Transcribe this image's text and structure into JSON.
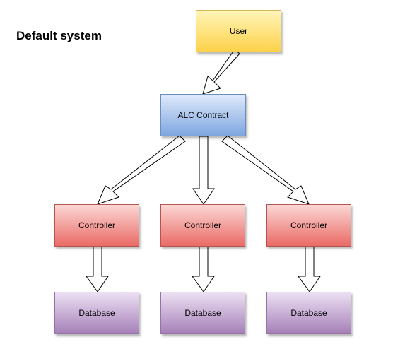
{
  "title": "Default system",
  "nodes": {
    "user": "User",
    "alc_contract": "ALC Contract",
    "controllers": [
      "Controller",
      "Controller",
      "Controller"
    ],
    "databases": [
      "Database",
      "Database",
      "Database"
    ]
  },
  "colors": {
    "user_fill": "#fdd24a",
    "user_stroke": "#d6b656",
    "alc_fill": "#7ea6e0",
    "alc_stroke": "#6c8ebf",
    "controller_fill": "#ea6b66",
    "controller_stroke": "#b85450",
    "database_fill": "#a680b8",
    "database_stroke": "#9673a6"
  }
}
